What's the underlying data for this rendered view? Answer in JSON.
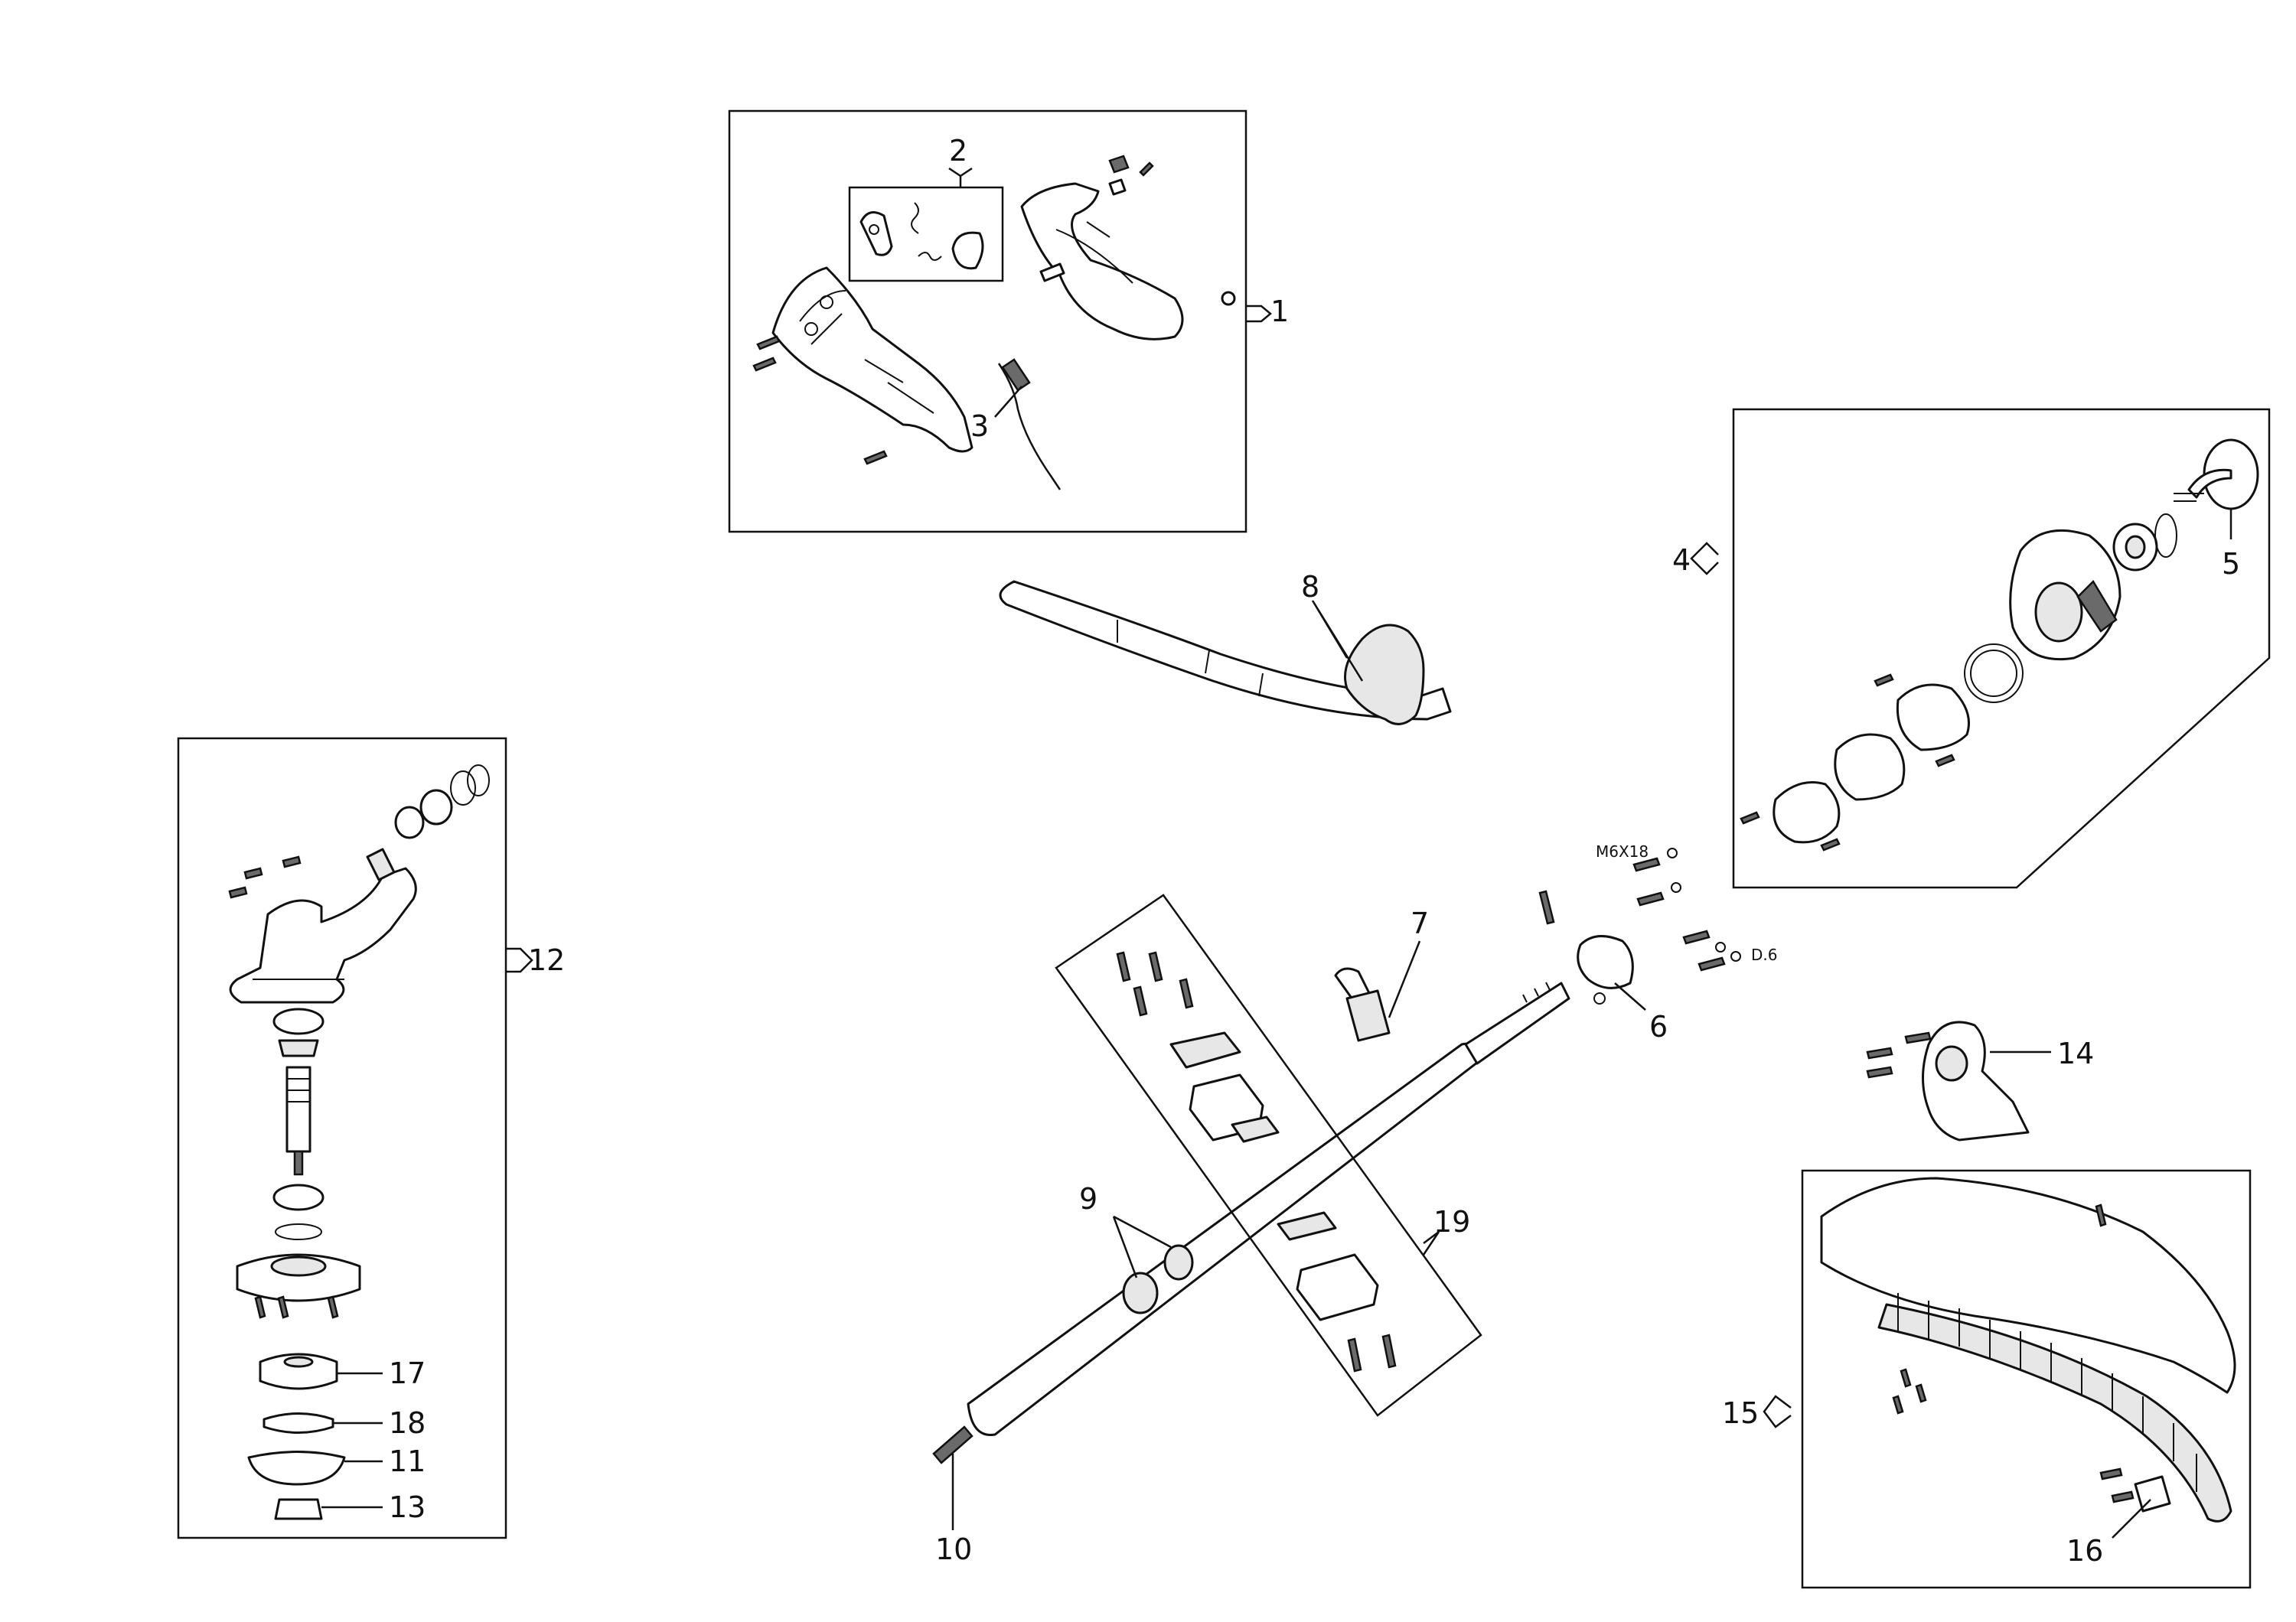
{
  "callouts": {
    "c1": "1",
    "c2": "2",
    "c3": "3",
    "c4": "4",
    "c5": "5",
    "c6": "6",
    "c7": "7",
    "c8": "8",
    "c9": "9",
    "c10": "10",
    "c11": "11",
    "c12": "12",
    "c13": "13",
    "c14": "14",
    "c15": "15",
    "c16": "16",
    "c17": "17",
    "c18": "18",
    "c19": "19"
  },
  "annotations": {
    "bolt_size": "M6X18",
    "washer_size": "D.6"
  }
}
